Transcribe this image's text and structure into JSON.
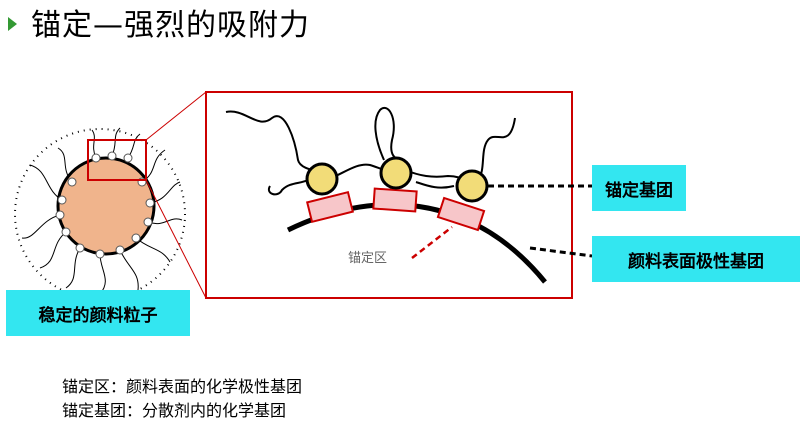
{
  "title": "锚定—强烈的吸附力",
  "labels": {
    "anchor_group": "锚定基团",
    "polar_group": "颜料表面极性基团",
    "stable_particle": "稳定的颜料粒子",
    "anchor_zone": "锚定区"
  },
  "footnotes": [
    "锚定区：颜料表面的化学极性基团",
    "锚定基团：分散剂内的化学基团"
  ],
  "colors": {
    "bullet": "#339933",
    "label_bg": "#33e6f0",
    "frame": "#cc0000",
    "particle": "#f0b48c",
    "anchor_group": "#f2dc78",
    "polar_site": "#f7c6c9"
  }
}
